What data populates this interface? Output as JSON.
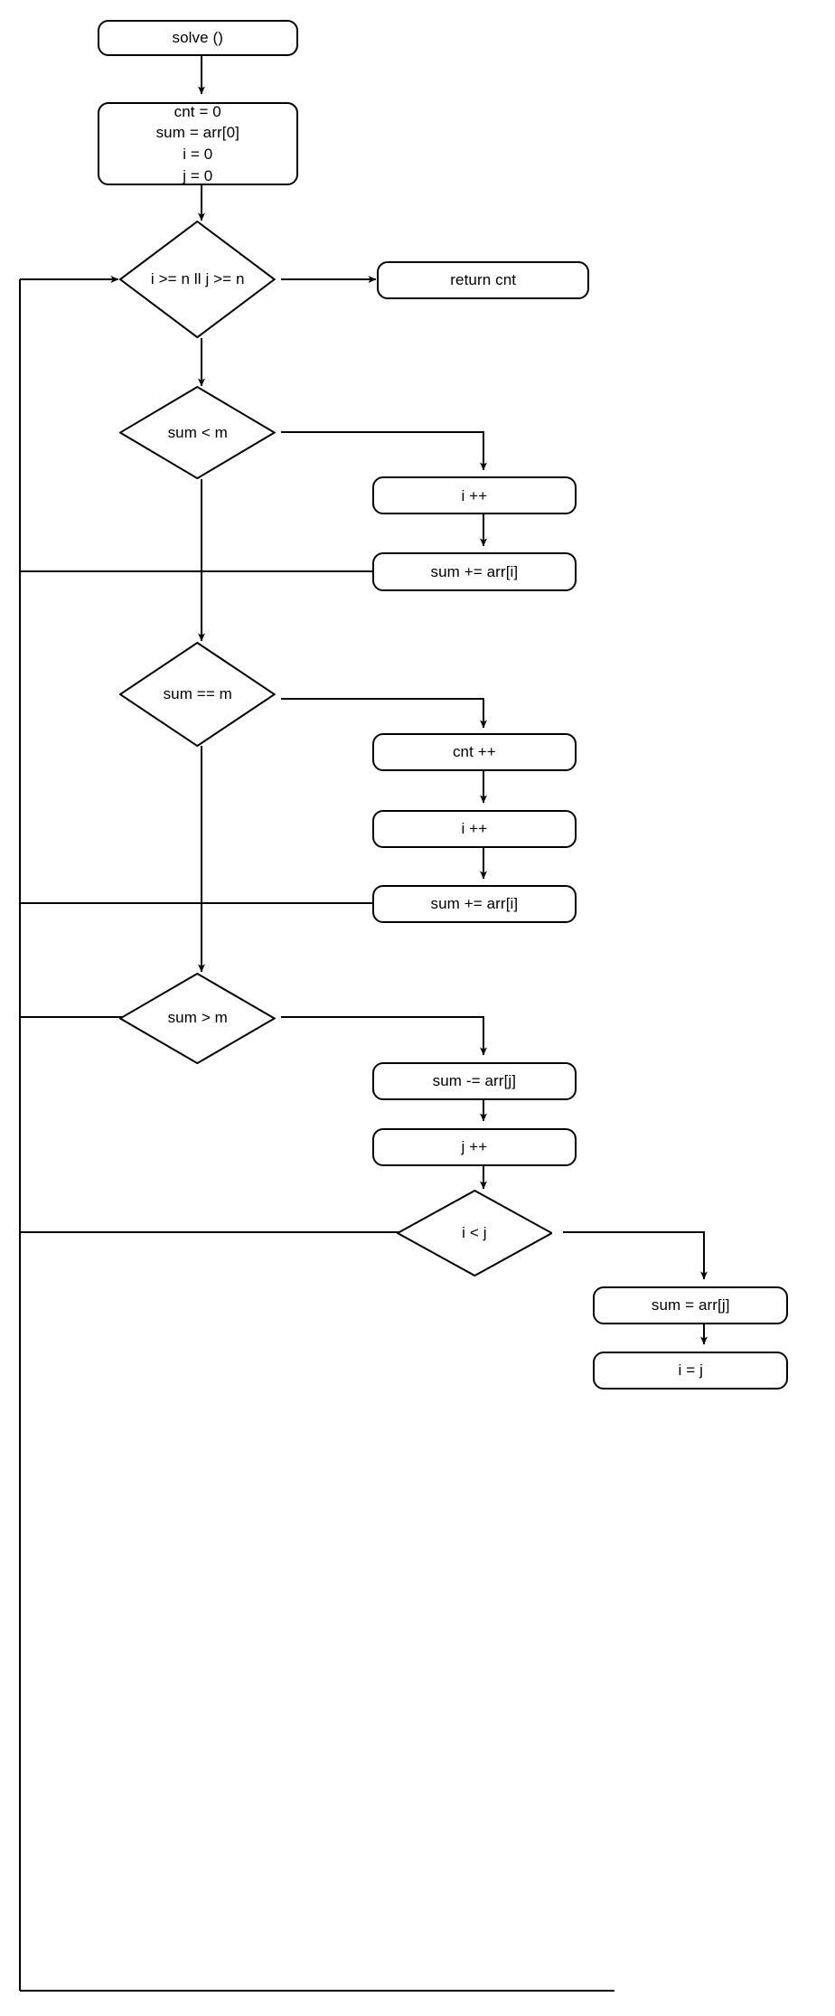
{
  "diagram": {
    "title": "solve () flowchart",
    "type": "flowchart",
    "stroke_color": "#000000",
    "fill_color": "#ffffff",
    "nodes": [
      {
        "id": "start",
        "kind": "process",
        "label": "solve ()"
      },
      {
        "id": "init",
        "kind": "process",
        "label": "cnt = 0\nsum = arr[0]\ni = 0\nj = 0"
      },
      {
        "id": "bounds",
        "kind": "decision",
        "label": "i >= n ll j  >= n"
      },
      {
        "id": "return",
        "kind": "process",
        "label": "return cnt"
      },
      {
        "id": "less",
        "kind": "decision",
        "label": "sum < m"
      },
      {
        "id": "inc_i_1",
        "kind": "process",
        "label": "i ++"
      },
      {
        "id": "add_i_1",
        "kind": "process",
        "label": "sum += arr[i]"
      },
      {
        "id": "equal",
        "kind": "decision",
        "label": "sum == m"
      },
      {
        "id": "inc_cnt",
        "kind": "process",
        "label": "cnt ++"
      },
      {
        "id": "inc_i_2",
        "kind": "process",
        "label": "i ++"
      },
      {
        "id": "add_i_2",
        "kind": "process",
        "label": "sum += arr[i]"
      },
      {
        "id": "greater",
        "kind": "decision",
        "label": "sum > m"
      },
      {
        "id": "sub_j",
        "kind": "process",
        "label": "sum -= arr[j]"
      },
      {
        "id": "inc_j",
        "kind": "process",
        "label": "j ++"
      },
      {
        "id": "i_lt_j",
        "kind": "decision",
        "label": "i < j"
      },
      {
        "id": "reset_sum",
        "kind": "process",
        "label": "sum = arr[j]"
      },
      {
        "id": "assign_i_j",
        "kind": "process",
        "label": "i = j"
      }
    ]
  }
}
